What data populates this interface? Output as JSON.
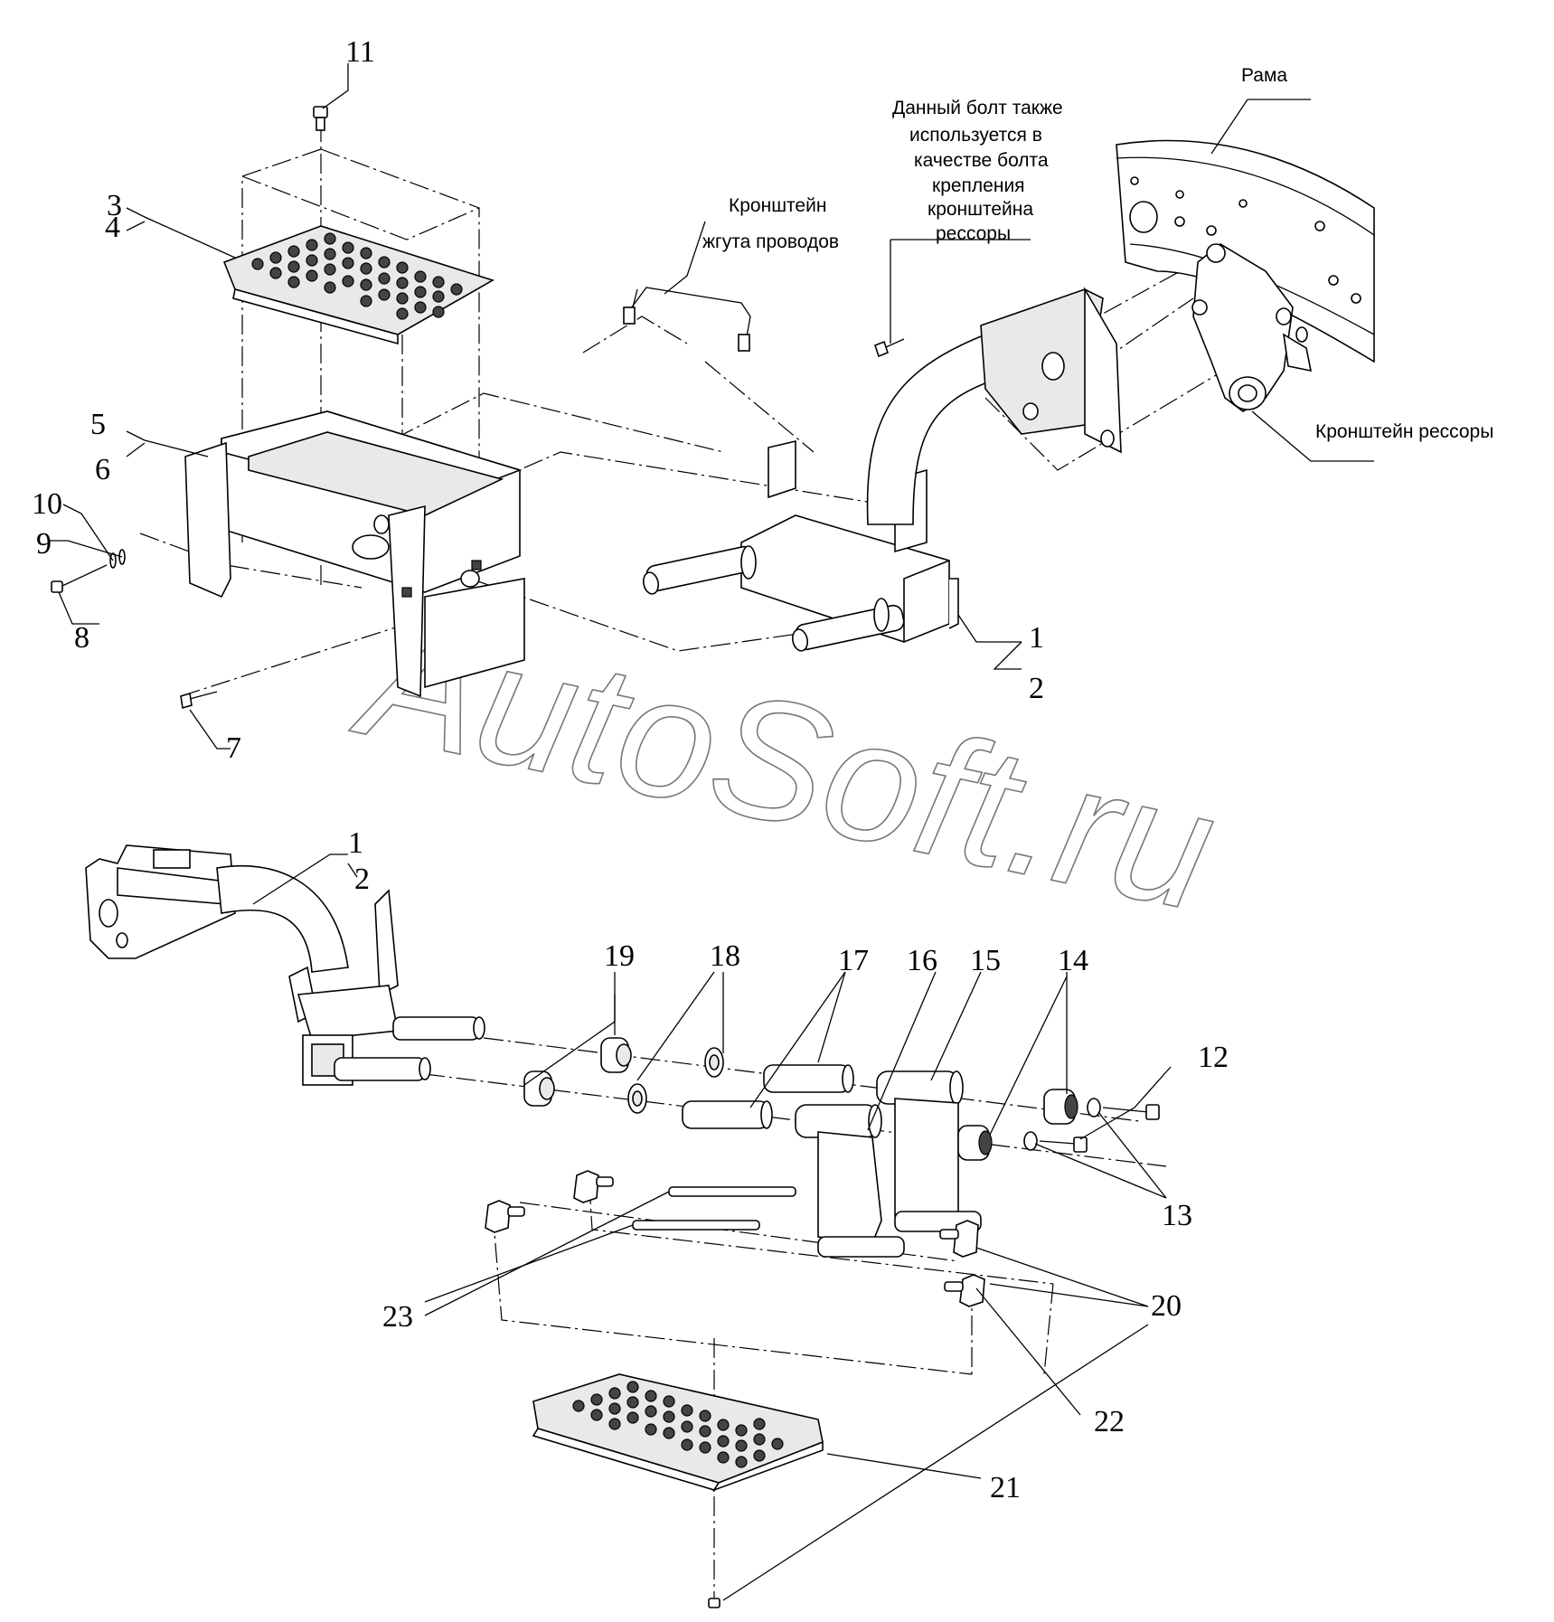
{
  "callouts": {
    "n1a": "1",
    "n2a": "2",
    "n3": "3",
    "n4": "4",
    "n5": "5",
    "n6": "6",
    "n7": "7",
    "n8": "8",
    "n9": "9",
    "n10": "10",
    "n11": "11",
    "n1b": "1",
    "n2b": "2",
    "n12": "12",
    "n13": "13",
    "n14": "14",
    "n15": "15",
    "n16": "16",
    "n17": "17",
    "n18": "18",
    "n19": "19",
    "n20": "20",
    "n21": "21",
    "n22": "22",
    "n23": "23"
  },
  "labels": {
    "frame": "Рама",
    "bolt_note": [
      "Данный болт также",
      "используется в",
      "качестве болта",
      "крепления",
      "кронштейна",
      "рессоры"
    ],
    "harness_bracket": [
      "Кронштейн",
      "жгута проводов"
    ],
    "spring_bracket": "Кронштейн рессоры"
  },
  "watermark": "AutoSoft.ru"
}
